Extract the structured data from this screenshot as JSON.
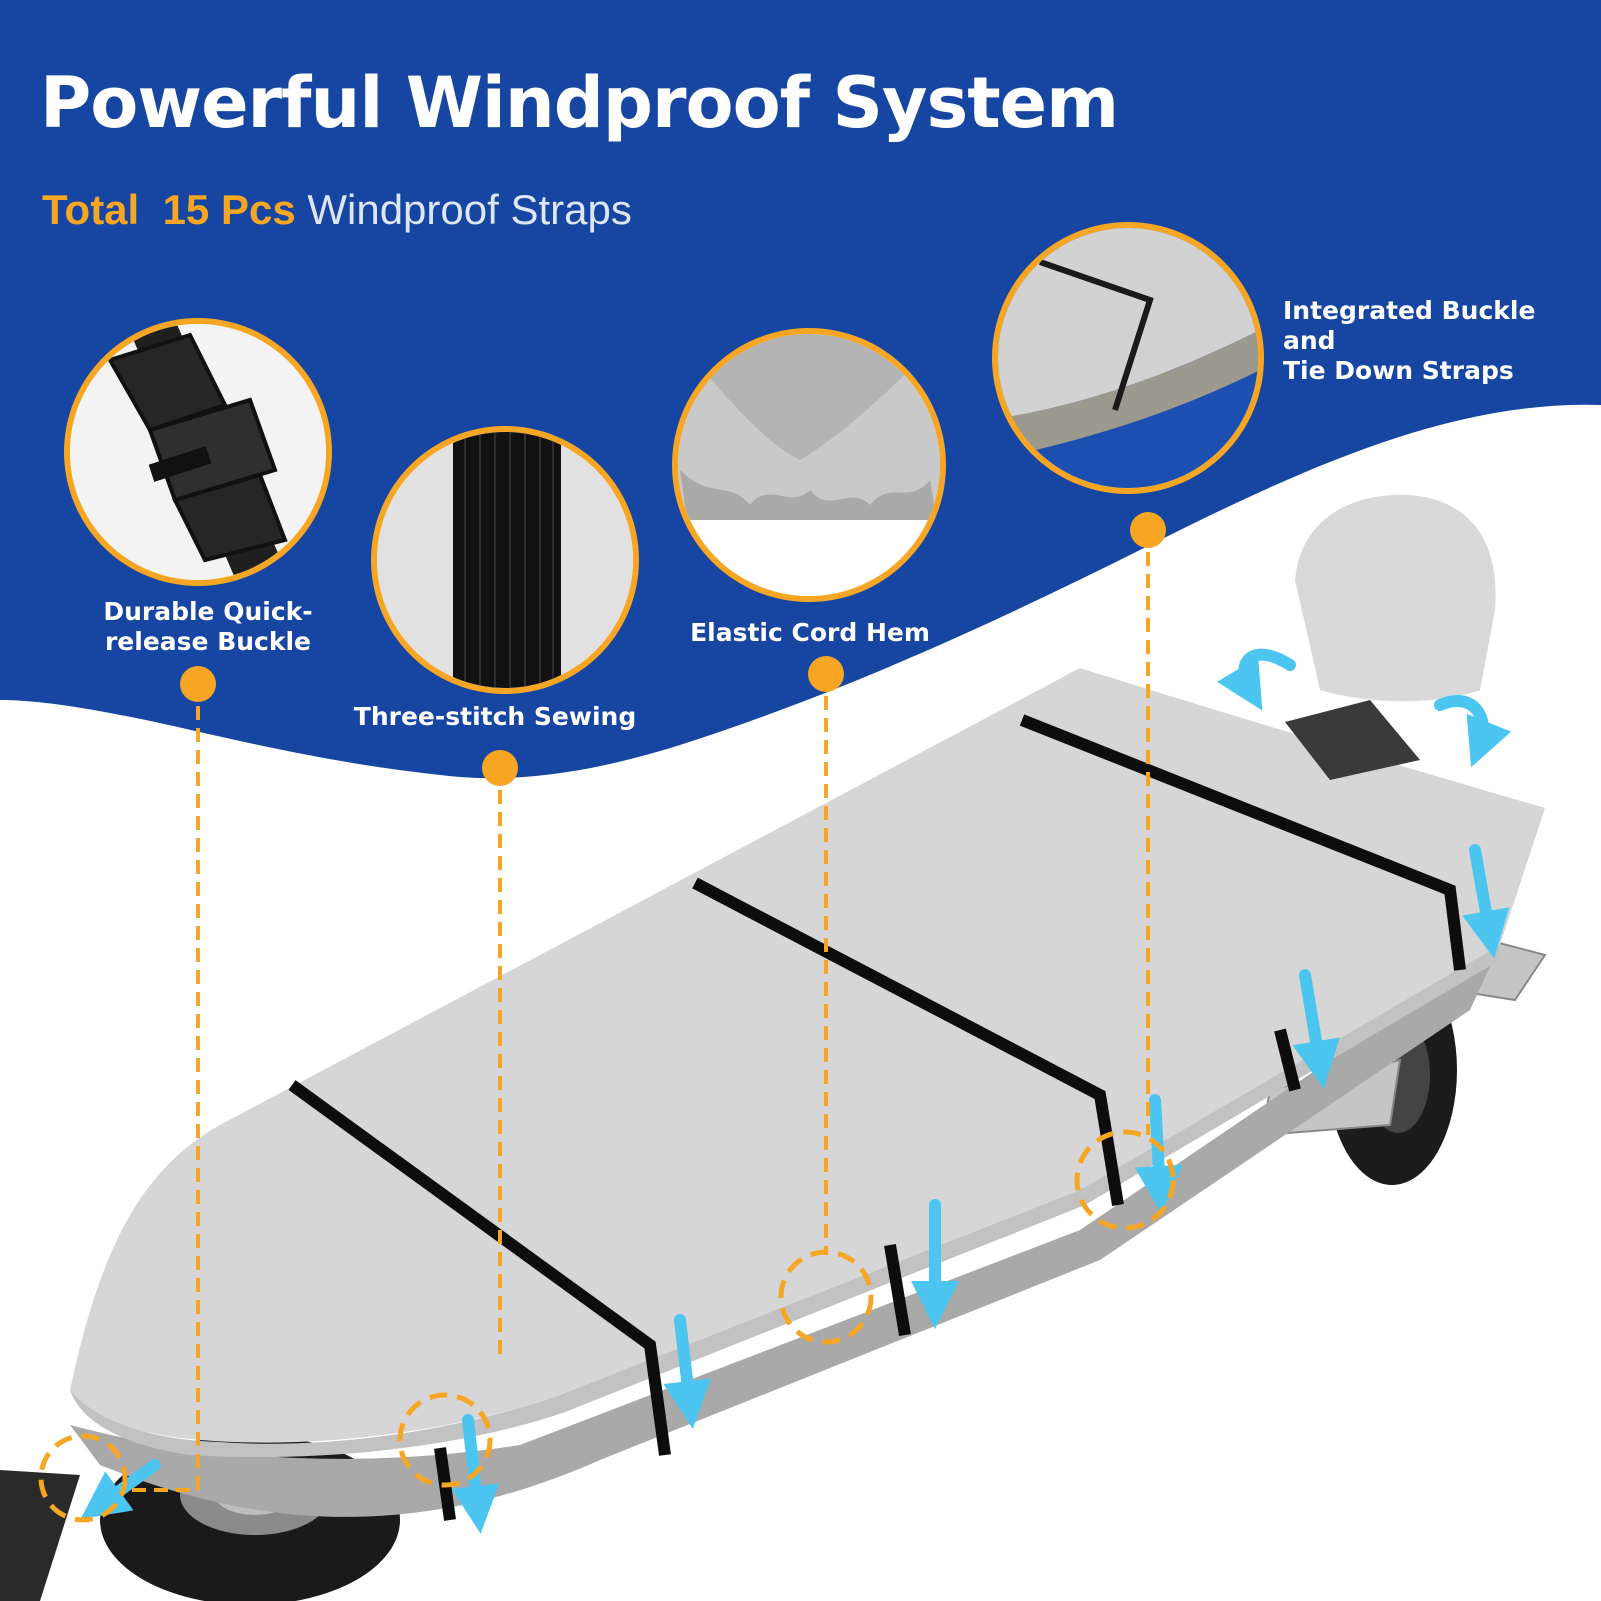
{
  "header": {
    "title": "Powerful Windproof System",
    "subtitle_total": "Total",
    "subtitle_count": "15 Pcs",
    "subtitle_rest": "Windproof Straps"
  },
  "features": {
    "buckle": {
      "line1": "Durable Quick-",
      "line2": "release Buckle",
      "icon": "buckle-closeup"
    },
    "sewing": {
      "label": "Three-stitch Sewing",
      "icon": "strap-stitch-closeup"
    },
    "hem": {
      "label": "Elastic Cord Hem",
      "icon": "elastic-hem-closeup"
    },
    "tiedown": {
      "line1": "Integrated Buckle and",
      "line2": "Tie Down Straps",
      "icon": "tie-down-closeup"
    }
  },
  "colors": {
    "blue": "#1746a2",
    "orange": "#f6a623",
    "cover": "#d6d6d6",
    "strap": "#0d0d0d",
    "arrow": "#4cc6f0"
  }
}
